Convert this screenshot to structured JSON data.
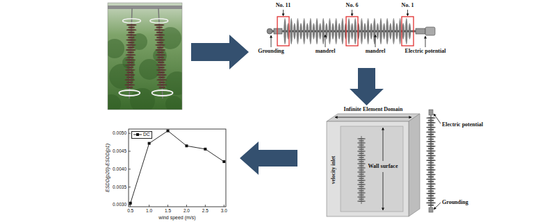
{
  "diagram": {
    "labels": [
      "No. 11",
      "No. 6",
      "No. 1",
      "Grounding",
      "mandrel",
      "mandrel",
      "Electric potential",
      "Infinite Element Domain",
      "velocity inlet",
      "Wall surface",
      "Electric potential",
      "Grounding",
      "ESDD(p20)-ESDD(p1)",
      "0.0050",
      "0.0045",
      "0.0040",
      "0.0035",
      "0.0030",
      "0.5",
      "1.0",
      "1.5",
      "2.0",
      "2.5",
      "3.0",
      "wind speed (m/s)"
    ],
    "legend": [
      {
        "text": "DC"
      }
    ]
  }
}
